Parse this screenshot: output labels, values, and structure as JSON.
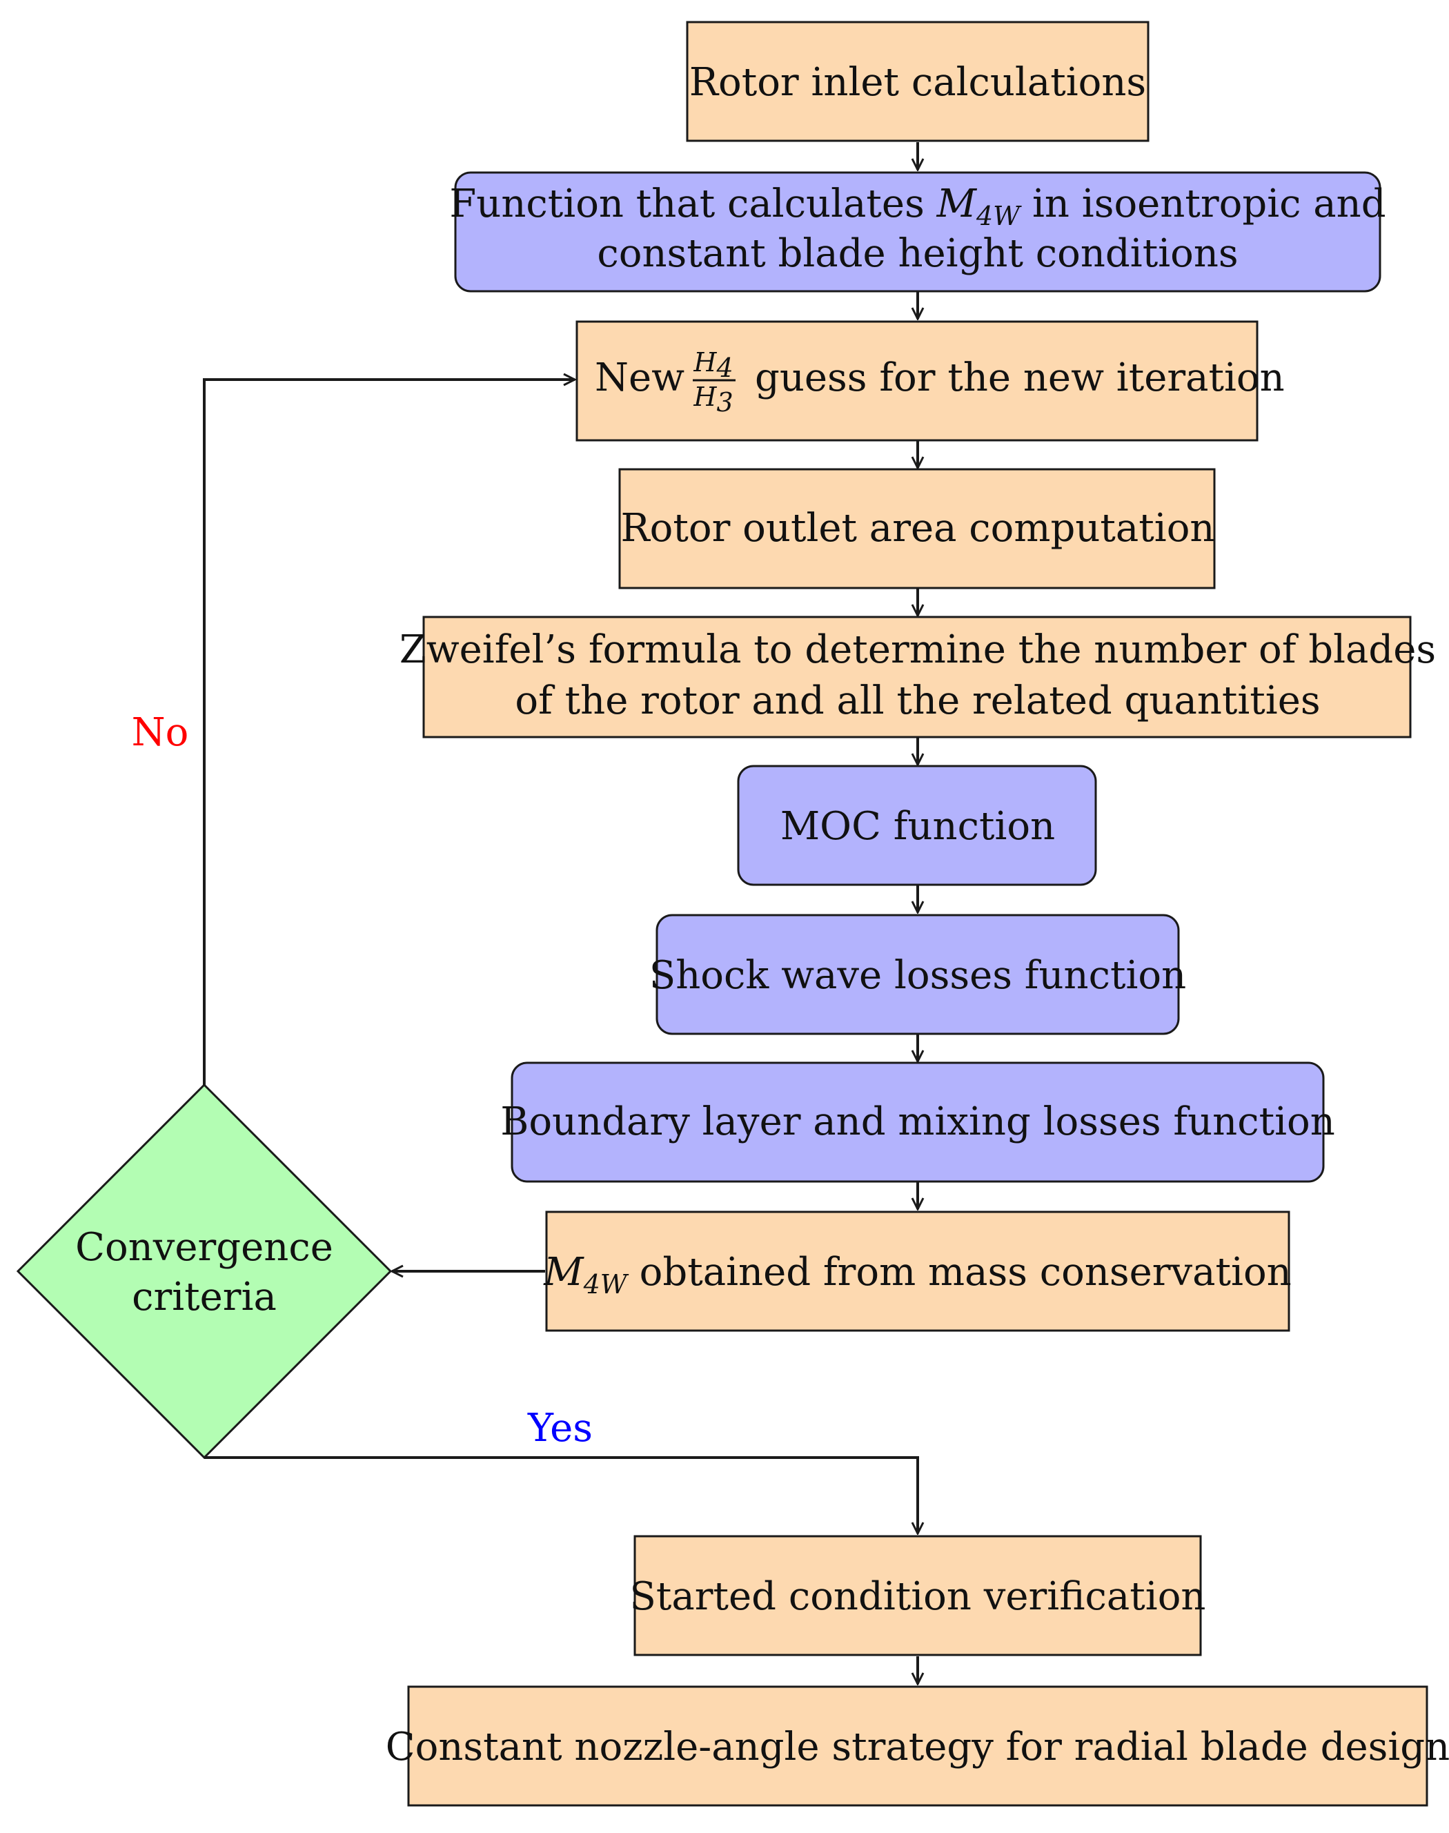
{
  "colors": {
    "process": "#fdd9b0",
    "function": "#b3b3fd",
    "decision": "#b3fdb3",
    "no_label": "#ff0000",
    "yes_label": "#0000ff",
    "stroke": "#1a1a1a"
  },
  "nodes": {
    "rotor_inlet": {
      "label": "Rotor inlet calculations"
    },
    "m4w_function": {
      "line1_prefix": "Function that calculates",
      "symbol": "M",
      "subscript": "4W",
      "line1_suffix": "in isoentropic and",
      "line2": "constant blade height conditions"
    },
    "new_guess": {
      "prefix": "New",
      "frac_num": "H",
      "frac_num_sub": "4",
      "frac_den": "H",
      "frac_den_sub": "3",
      "suffix": "guess for the new iteration"
    },
    "rotor_outlet": {
      "label": "Rotor outlet area computation"
    },
    "zweifel": {
      "line1": "Zweifel’s formula to determine the number of blades",
      "line2": "of the rotor and all the related quantities"
    },
    "moc": {
      "label": "MOC function"
    },
    "shock": {
      "label": "Shock wave losses function"
    },
    "boundary": {
      "label": "Boundary layer and mixing losses function"
    },
    "m4w_mass": {
      "symbol": "M",
      "subscript": "4W",
      "suffix": "obtained from mass conservation"
    },
    "convergence": {
      "line1": "Convergence",
      "line2": "criteria"
    },
    "started": {
      "label": "Started condition verification"
    },
    "constant_nozzle": {
      "label": "Constant nozzle-angle strategy for radial blade design"
    }
  },
  "edge_labels": {
    "no": "No",
    "yes": "Yes"
  }
}
